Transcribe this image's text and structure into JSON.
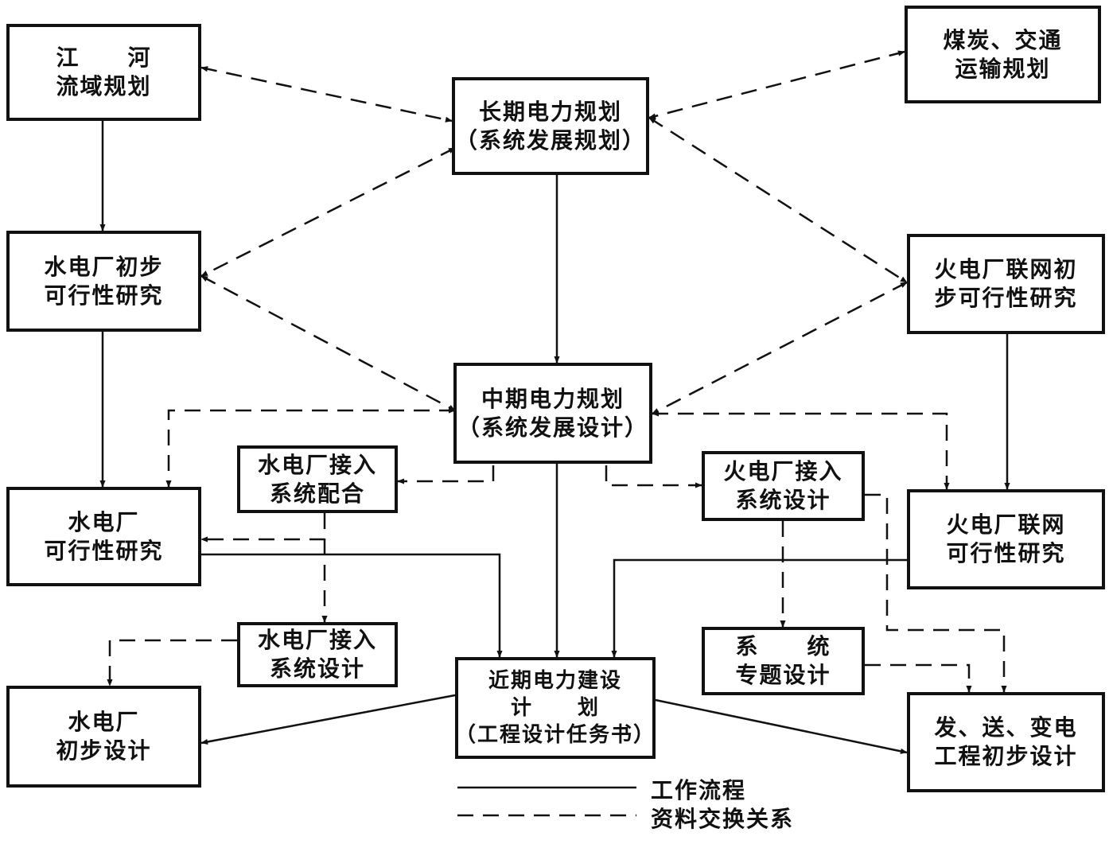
{
  "nodes": {
    "river": [
      "江　　河",
      "流域规划"
    ],
    "coal": [
      "煤炭、交通",
      "运输规划"
    ],
    "long_term": [
      "长期电力规划",
      "（系统发展规划）"
    ],
    "hydro_pre": [
      "水电厂初步",
      "可行性研究"
    ],
    "thermal_pre": [
      "火电厂联网初",
      "步可行性研究"
    ],
    "mid_term": [
      "中期电力规划",
      "（系统发展设计）"
    ],
    "hydro_access_coord": [
      "水电厂接入",
      "系统配合"
    ],
    "thermal_access_design": [
      "火电厂接入",
      "系统设计"
    ],
    "hydro_feas": [
      "水电厂",
      "可行性研究"
    ],
    "thermal_feas": [
      "火电厂联网",
      "可行性研究"
    ],
    "hydro_access_design": [
      "水电厂接入",
      "系统设计"
    ],
    "system_special": [
      "系　　统",
      "专题设计"
    ],
    "near_term": [
      "近期电力建设",
      "计　　划",
      "（工程设计任务书）"
    ],
    "hydro_prelim_design": [
      "水电厂",
      "初步设计"
    ],
    "transmission_design": [
      "发、送、变电",
      "工程初步设计"
    ]
  },
  "legend": {
    "solid_label": "工作流程",
    "dashed_label": "资料交换关系"
  }
}
